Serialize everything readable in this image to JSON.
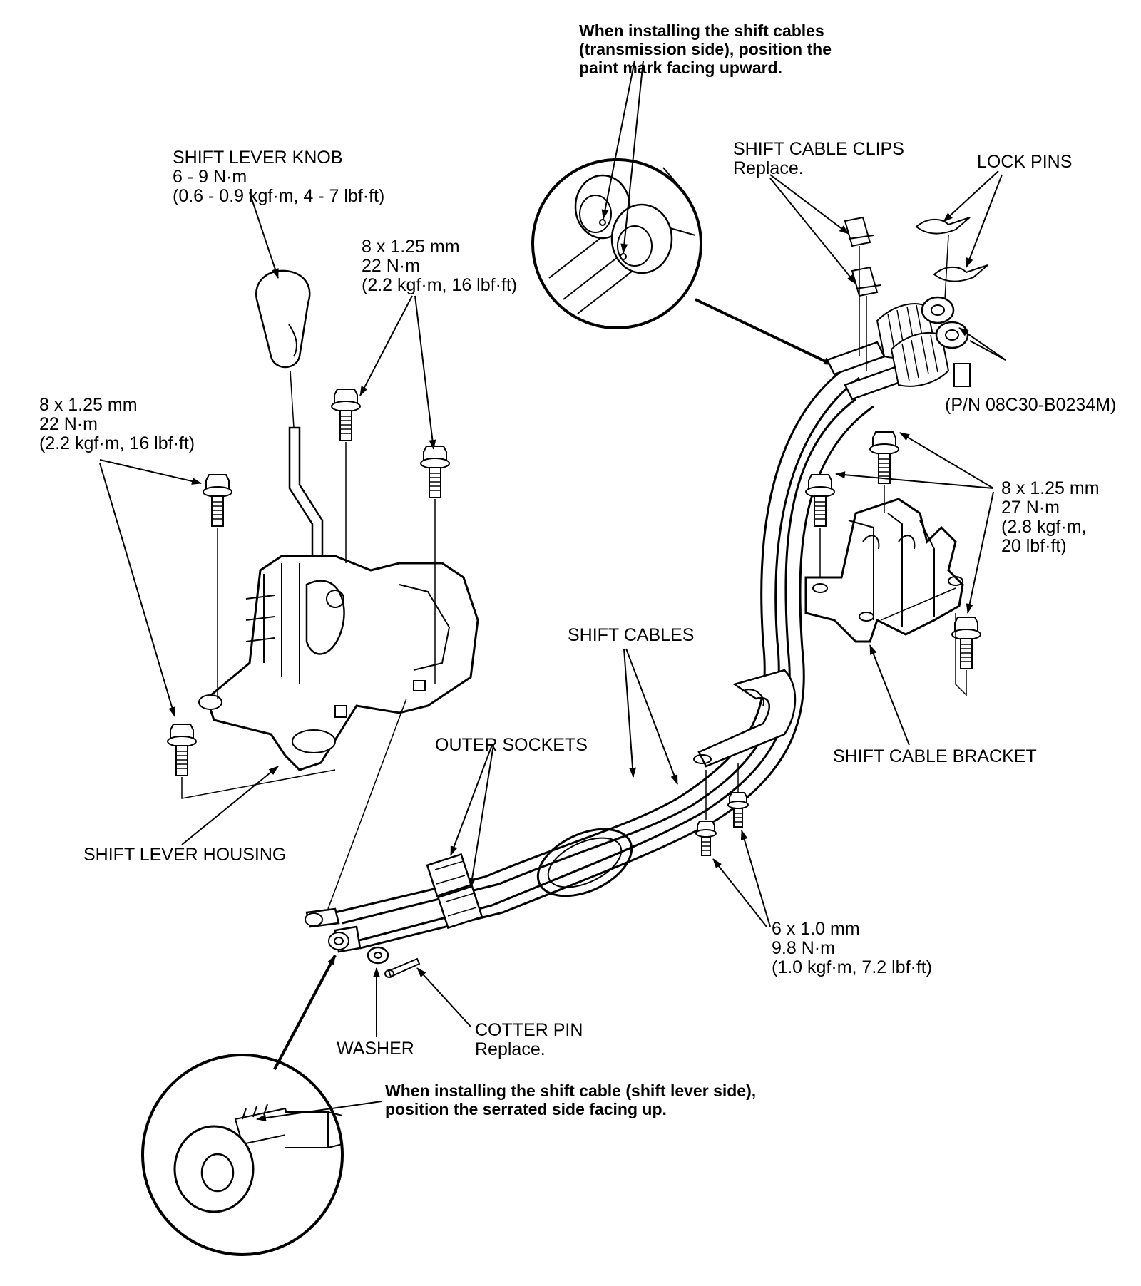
{
  "notes": {
    "top_note": [
      "When installing the shift cables",
      "(transmission side), position the",
      "paint mark facing upward."
    ],
    "bottom_note": [
      "When installing the shift cable (shift lever side),",
      "position the serrated side facing up."
    ]
  },
  "labels": {
    "shift_lever_knob": [
      "SHIFT LEVER KNOB",
      "6 - 9 N·m",
      "(0.6 - 0.9 kgf·m, 4 - 7 lbf·ft)"
    ],
    "bolt_center": [
      "8 x 1.25 mm",
      "22 N·m",
      "(2.2 kgf·m, 16 lbf·ft)"
    ],
    "bolt_left": [
      "8 x 1.25 mm",
      "22 N·m",
      "(2.2 kgf·m, 16 lbf·ft)"
    ],
    "shift_cable_clips": [
      "SHIFT CABLE CLIPS",
      "Replace."
    ],
    "lock_pins": [
      "LOCK PINS"
    ],
    "part_number": [
      "(P/N 08C30-B0234M)"
    ],
    "bracket_bolts": [
      "8 x 1.25 mm",
      "27 N·m",
      "(2.8 kgf·m,",
      "20 lbf·ft)"
    ],
    "shift_cables": [
      "SHIFT CABLES"
    ],
    "outer_sockets": [
      "OUTER SOCKETS"
    ],
    "shift_cable_bracket": [
      "SHIFT CABLE BRACKET"
    ],
    "shift_lever_housing": [
      "SHIFT LEVER HOUSING"
    ],
    "small_bolts": [
      "6 x 1.0 mm",
      "9.8 N·m",
      "(1.0 kgf·m, 7.2 lbf·ft)"
    ],
    "washer": [
      "WASHER"
    ],
    "cotter_pin": [
      "COTTER PIN",
      "Replace."
    ]
  }
}
